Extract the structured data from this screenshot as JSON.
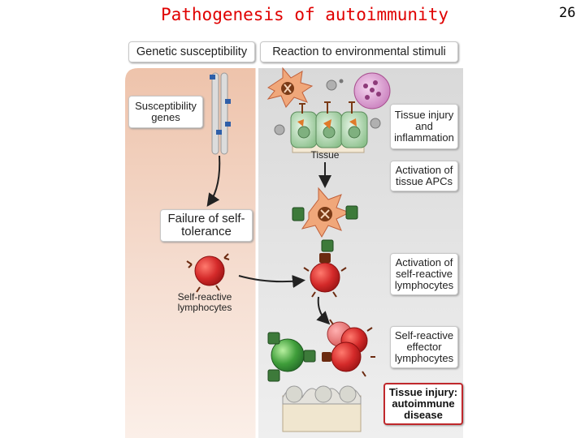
{
  "slide": {
    "title": "Pathogenesis of autoimmunity",
    "page_number": "26"
  },
  "diagram": {
    "header_left": "Genetic susceptibility",
    "header_right": "Reaction to environmental stimuli",
    "susceptibility_genes": "Susceptibility genes",
    "failure_self_tolerance": "Failure of self-tolerance",
    "self_reactive_lymphocytes": "Self-reactive lymphocytes",
    "tissue": "Tissue",
    "tissue_injury_inflammation": "Tissue injury and inflammation",
    "activation_tissue_apcs": "Activation of tissue APCs",
    "activation_self_reactive_lymphocytes": "Activation of self-reactive lymphocytes",
    "self_reactive_effector_lymphocytes": "Self-reactive effector lymphocytes",
    "tissue_injury_autoimmune_disease": "Tissue injury: autoimmune disease"
  },
  "colors": {
    "title": "#e00000",
    "left_panel": "#f1d2c0",
    "right_panel": "#e3e3e3",
    "red_cell": "#d42a2a",
    "green_cell": "#3f9e3a",
    "apc": "#f0a77a",
    "highlight_border": "#c0282c"
  }
}
